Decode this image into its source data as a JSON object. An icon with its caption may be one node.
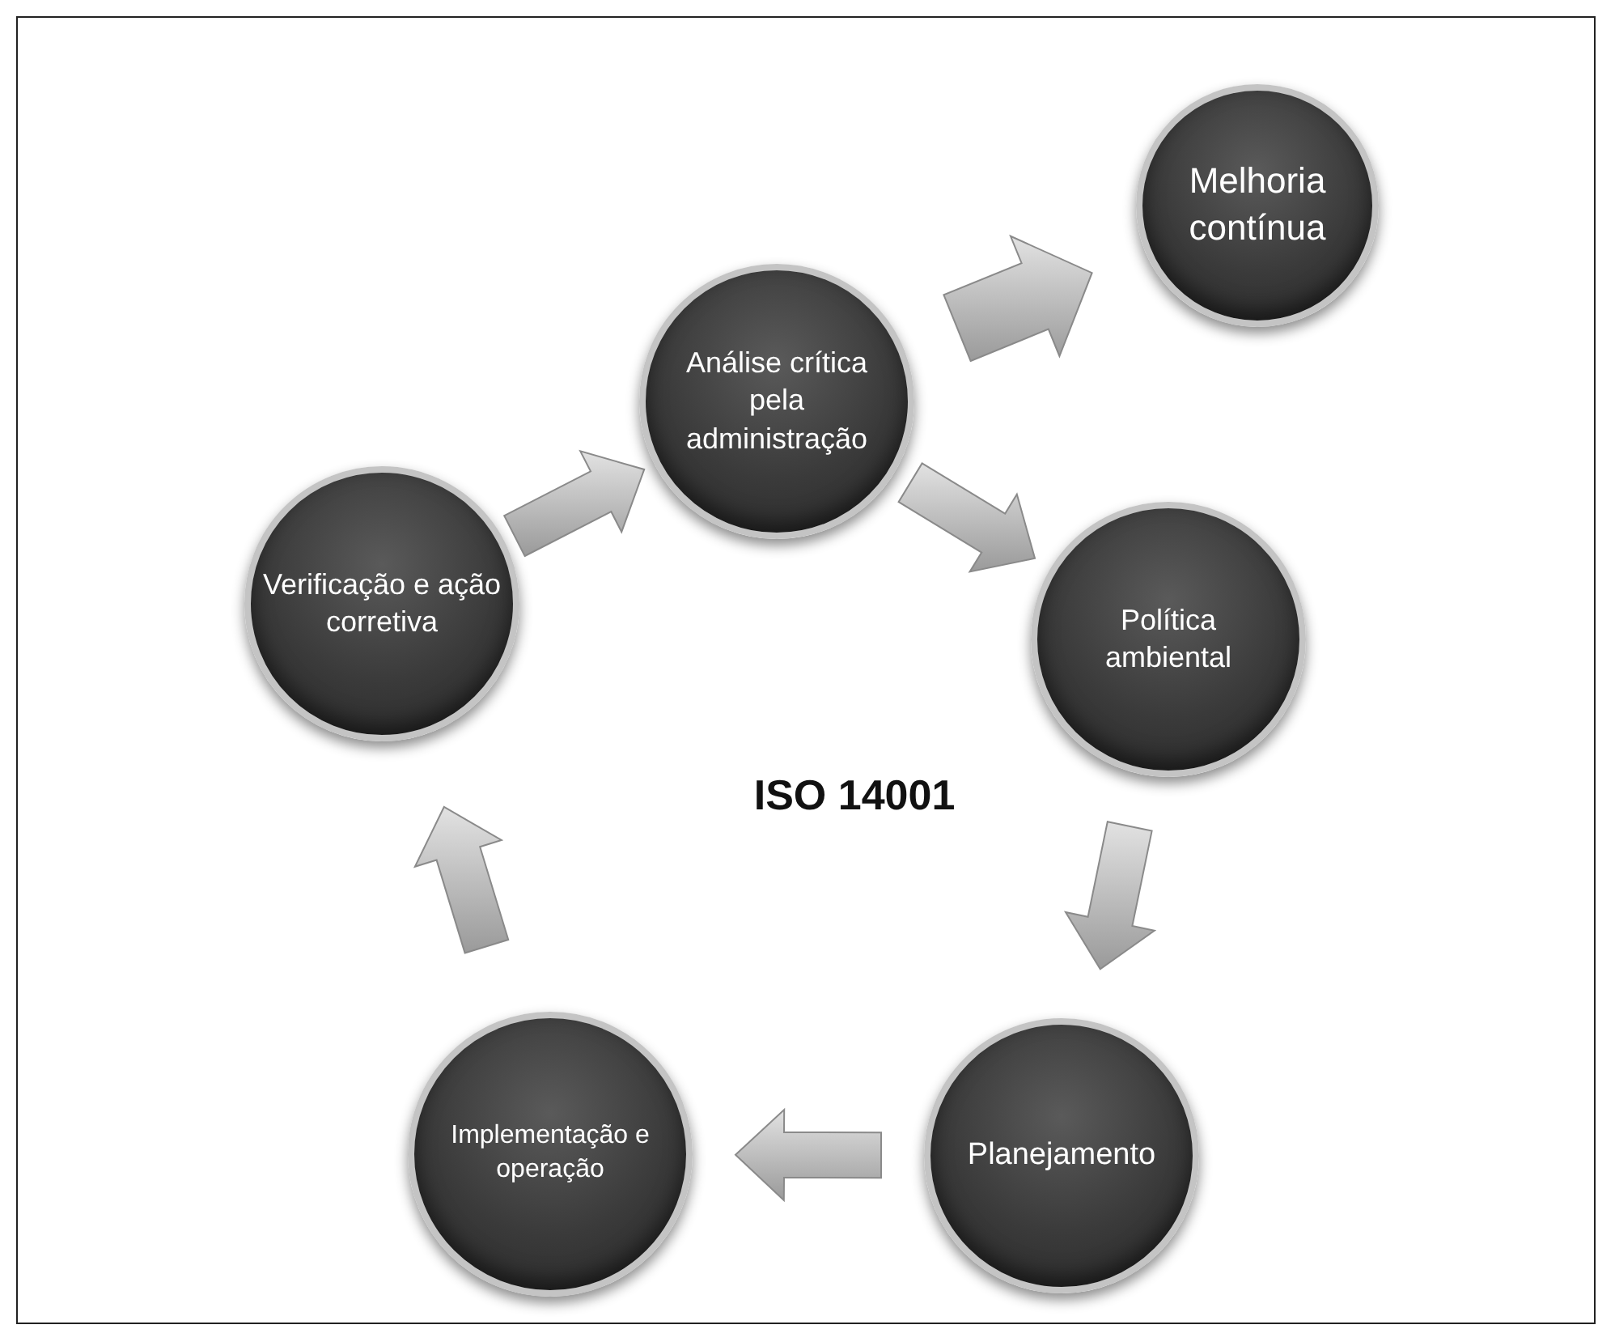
{
  "diagram": {
    "nodes": [
      {
        "text": [
          "Melhoria contínua"
        ]
      },
      {
        "text": [
          "Análise crítica pela administração"
        ]
      },
      {
        "text": [
          "Política ambiental"
        ]
      },
      {
        "text": [
          "Planejamento"
        ]
      },
      {
        "text": [
          "Implementação e operação"
        ]
      },
      {
        "text": [
          "Verificação e ação corretiva"
        ]
      }
    ],
    "edges": [
      {
        "from": 1,
        "to": 0,
        "arrow": "to",
        "style": "thick"
      },
      {
        "from": 1,
        "to": 2,
        "arrow": "to"
      },
      {
        "from": 2,
        "to": 3,
        "arrow": "to"
      },
      {
        "from": 3,
        "to": 4,
        "arrow": "to"
      },
      {
        "from": 4,
        "to": 5,
        "arrow": "to"
      },
      {
        "from": 5,
        "to": 1,
        "arrow": "to"
      }
    ],
    "labels": [
      "ISO 14001"
    ]
  }
}
